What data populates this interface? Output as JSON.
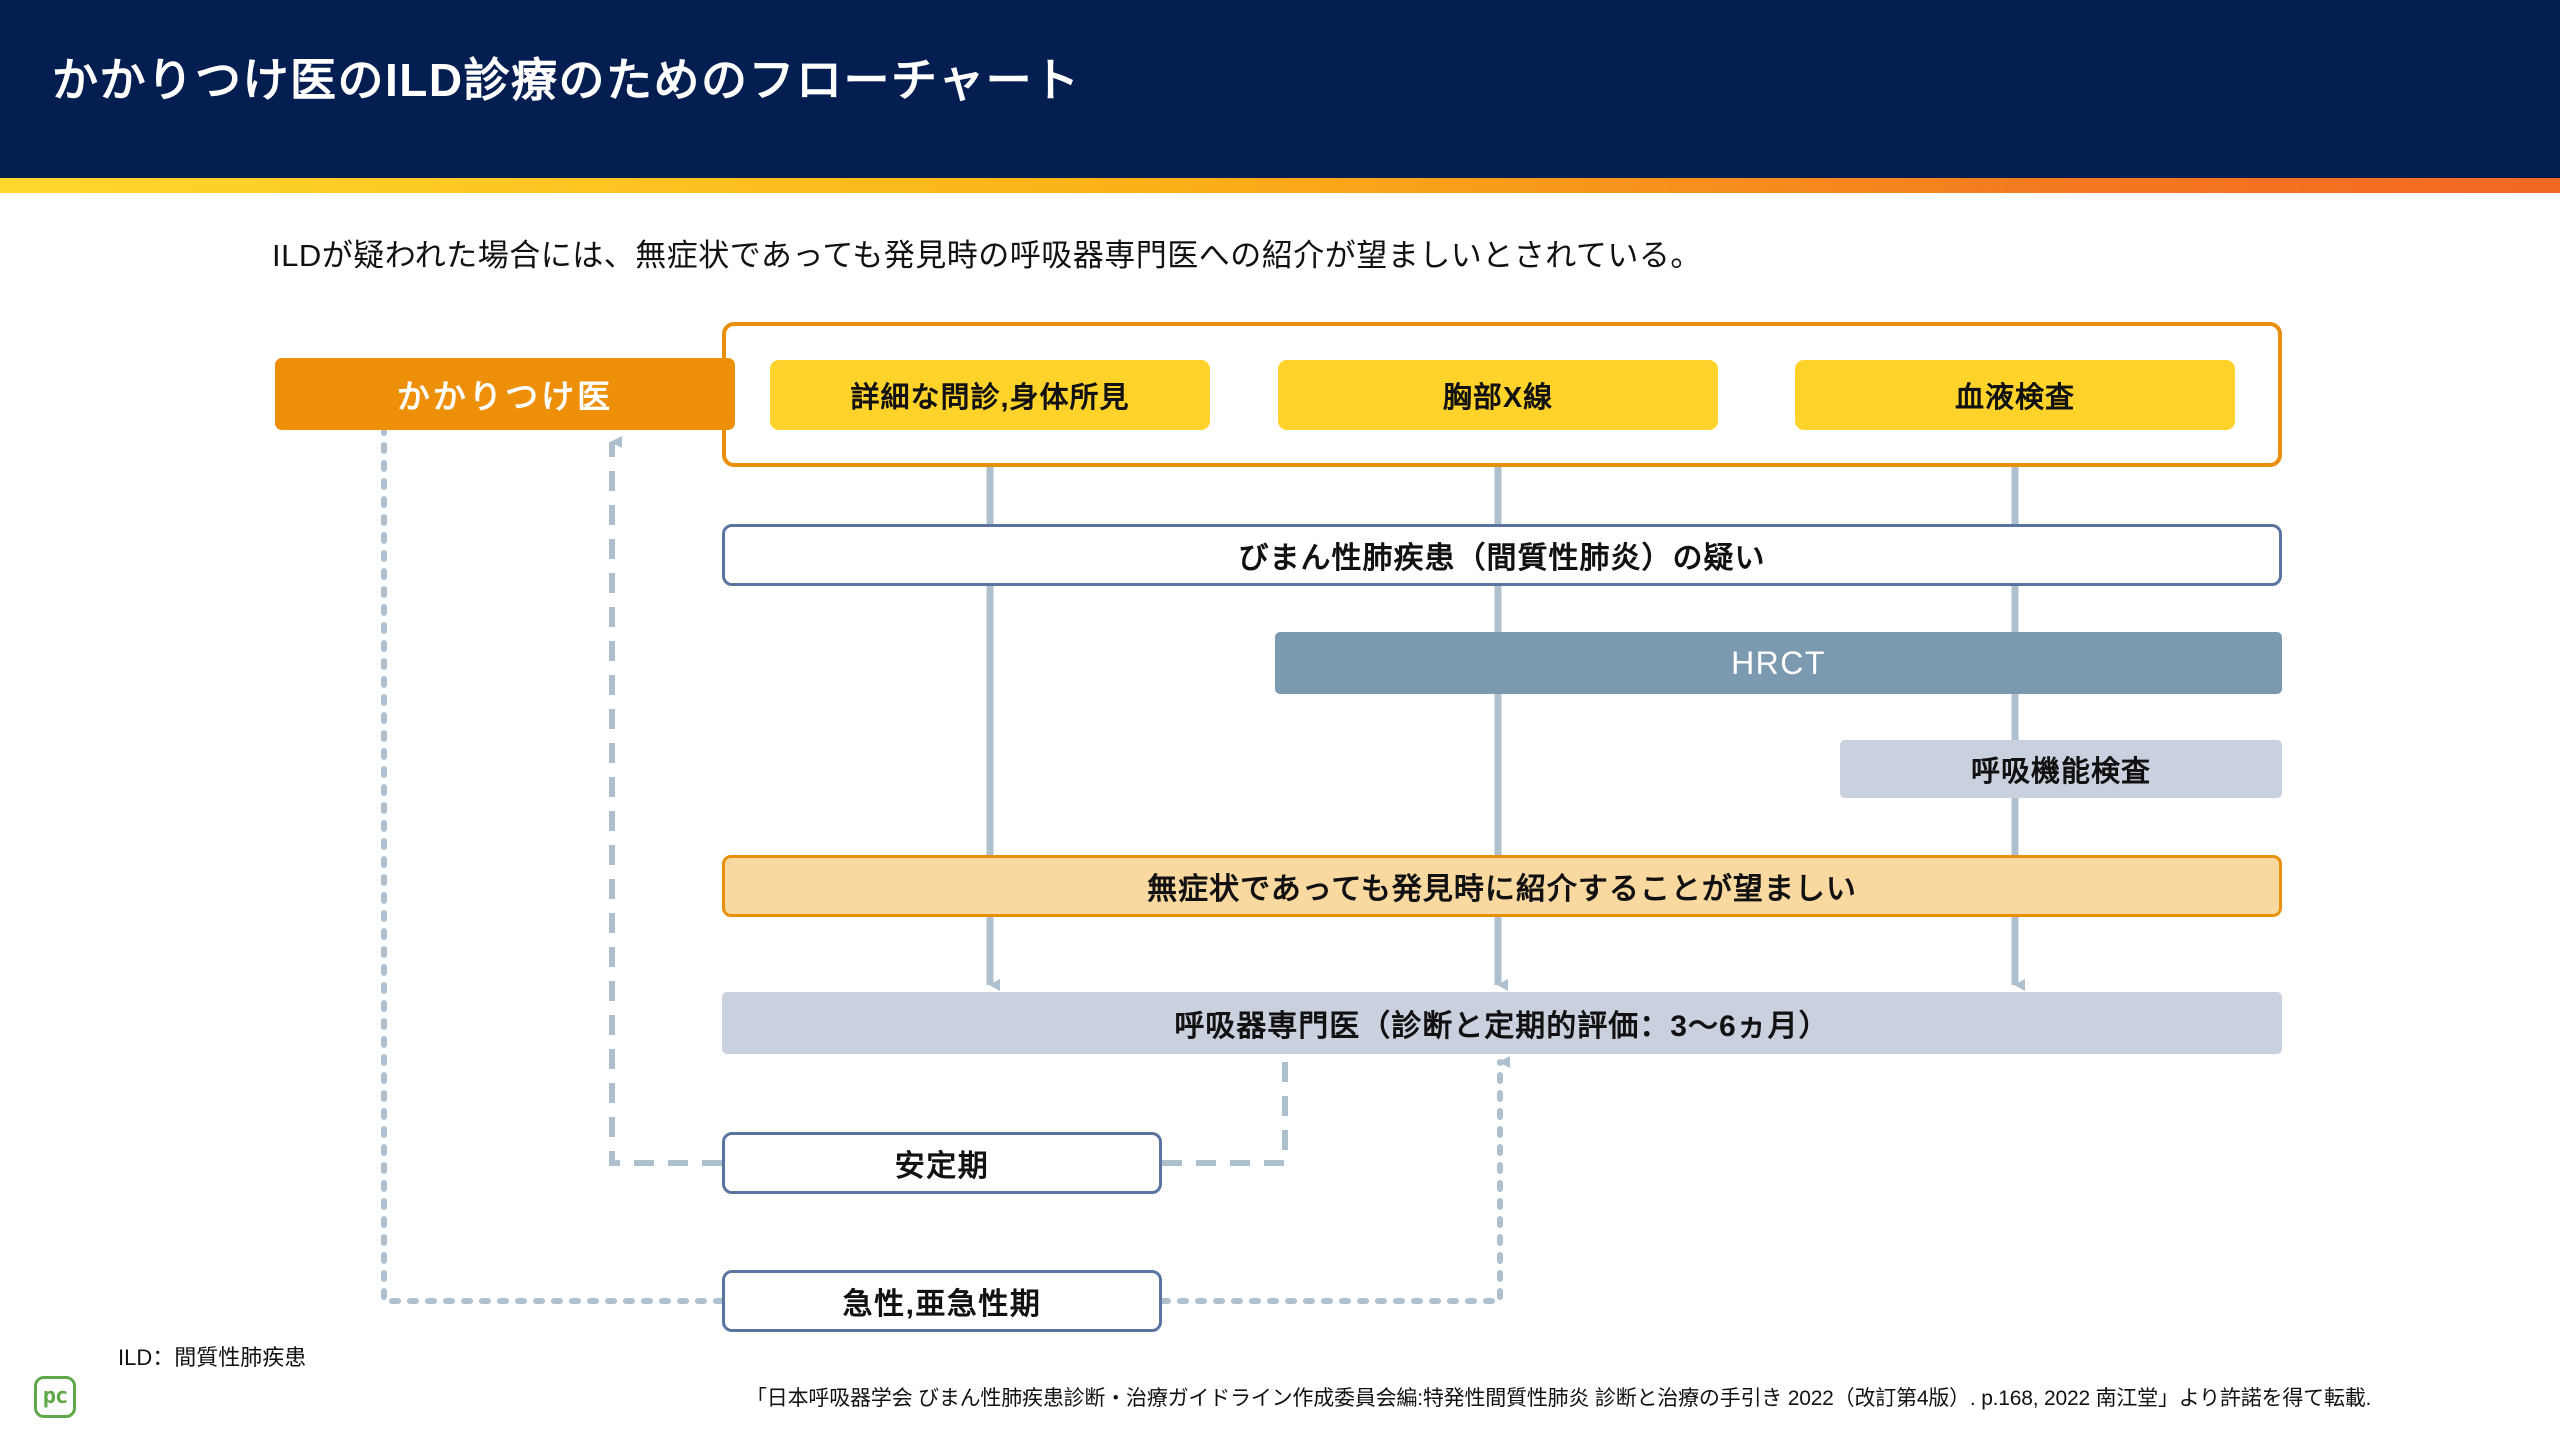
{
  "header": {
    "title": "かかりつけ医のILD診療のためのフローチャート",
    "bg_color": "#041E52",
    "accent_from": "#FFD82E",
    "accent_to": "#F26722"
  },
  "subtitle": "ILDが疑われた場合には、無症状であっても発見時の呼吸器専門医への紹介が望ましいとされている。",
  "flow": {
    "pcp_tab": {
      "label": "かかりつけ医",
      "color": "#EE9007"
    },
    "tests": [
      {
        "label": "詳細な問診,身体所見",
        "color": "#FFD329"
      },
      {
        "label": "胸部X線",
        "color": "#FFD329"
      },
      {
        "label": "血液検査",
        "color": "#FFD329"
      }
    ],
    "suspicion": {
      "label": "びまん性肺疾患（間質性肺炎）の疑い",
      "border_color": "#5B73A0"
    },
    "hrct": {
      "label": "HRCT",
      "color": "#7C9AAF"
    },
    "pft": {
      "label": "呼吸機能検査",
      "color": "#C9D0DE"
    },
    "recommendation": {
      "label": "無症状であっても発見時に紹介することが望ましい",
      "color": "#FAD9A0",
      "border_color": "#E8900C"
    },
    "specialist": {
      "label": "呼吸器専門医（診断と定期的評価：3〜6ヵ月）",
      "color": "#C9D0DE"
    },
    "stable_phase": {
      "label": "安定期",
      "border_color": "#5B73A0",
      "line_style": "dashed"
    },
    "acute_phase": {
      "label": "急性,亜急性期",
      "border_color": "#5B73A0",
      "line_style": "dotted"
    },
    "connector_color": "#AEC0CE"
  },
  "footer": {
    "legend": "ILD：間質性肺疾患",
    "citation": "「日本呼吸器学会 びまん性肺疾患診断・治療ガイドライン作成委員会編:特発性間質性肺炎 診断と治療の手引き 2022（改訂第4版）. p.168, 2022 南江堂」より許諾を得て転載.",
    "logo_text": "pc",
    "logo_color": "#5FA94B"
  }
}
